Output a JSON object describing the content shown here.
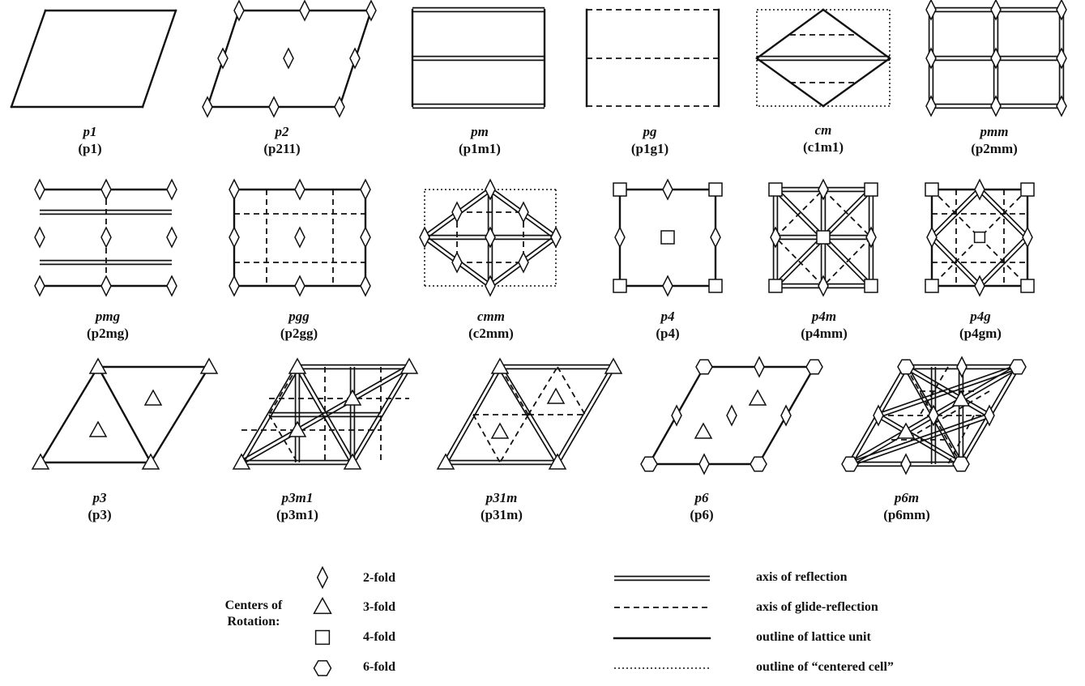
{
  "groups": [
    {
      "name": "p1",
      "hm": "(p1)"
    },
    {
      "name": "p2",
      "hm": "(p211)"
    },
    {
      "name": "pm",
      "hm": "(p1m1)"
    },
    {
      "name": "pg",
      "hm": "(p1g1)"
    },
    {
      "name": "cm",
      "hm": "(c1m1)"
    },
    {
      "name": "pmm",
      "hm": "(p2mm)"
    },
    {
      "name": "pmg",
      "hm": "(p2mg)"
    },
    {
      "name": "pgg",
      "hm": "(p2gg)"
    },
    {
      "name": "cmm",
      "hm": "(c2mm)"
    },
    {
      "name": "p4",
      "hm": "(p4)"
    },
    {
      "name": "p4m",
      "hm": "(p4mm)"
    },
    {
      "name": "p4g",
      "hm": "(p4gm)"
    },
    {
      "name": "p3",
      "hm": "(p3)"
    },
    {
      "name": "p3m1",
      "hm": "(p3m1)"
    },
    {
      "name": "p31m",
      "hm": "(p31m)"
    },
    {
      "name": "p6",
      "hm": "(p6)"
    },
    {
      "name": "p6m",
      "hm": "(p6mm)"
    }
  ],
  "legend": {
    "centers_title": "Centers of Rotation:",
    "rotations": [
      {
        "label": "2-fold",
        "icon": "diamond-icon"
      },
      {
        "label": "3-fold",
        "icon": "triangle-icon"
      },
      {
        "label": "4-fold",
        "icon": "square-icon"
      },
      {
        "label": "6-fold",
        "icon": "hexagon-icon"
      }
    ],
    "lines": [
      {
        "label": "axis of reflection",
        "style": "double"
      },
      {
        "label": "axis of glide-reflection",
        "style": "dashed"
      },
      {
        "label": "outline of lattice unit",
        "style": "solid"
      },
      {
        "label": "outline of “centered cell”",
        "style": "dotted"
      }
    ]
  }
}
